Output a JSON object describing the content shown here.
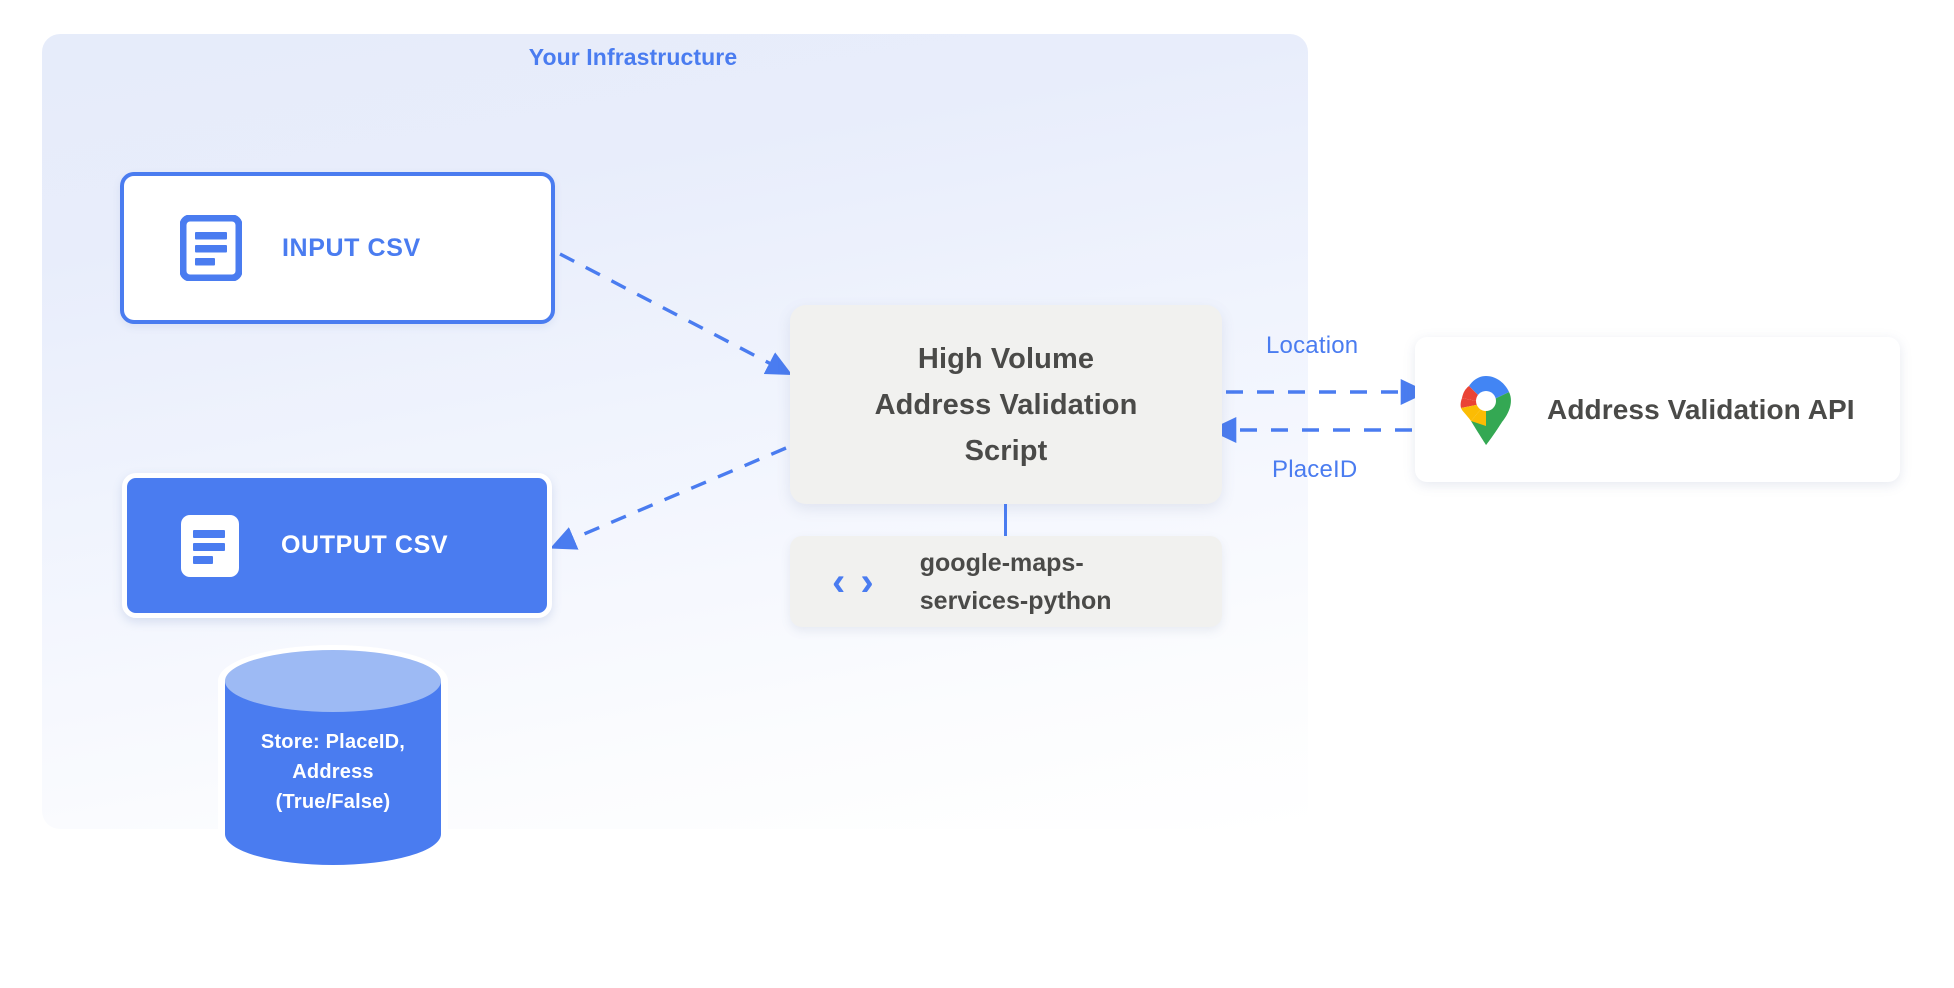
{
  "panel": {
    "title": "Your Infrastructure",
    "accent_color": "#4a7cf0",
    "background_top": "#e6ecfa",
    "background_bottom": "#ffffff"
  },
  "nodes": {
    "input_csv": {
      "label": "INPUT CSV",
      "icon": "document-icon",
      "fill": "#ffffff",
      "border": "#4a7cf0",
      "text_color": "#4a7cf0"
    },
    "output_csv": {
      "label": "OUTPUT CSV",
      "icon": "document-icon",
      "fill": "#4a7cf0",
      "border": "#ffffff",
      "text_color": "#ffffff"
    },
    "script": {
      "line1": "High Volume",
      "line2": "Address Validation",
      "line3": "Script",
      "fill": "#f1f1ef",
      "text_color": "#4a4a48"
    },
    "library": {
      "line1": "google-maps-",
      "line2": "services-python",
      "icon": "code-brackets-icon",
      "icon_glyph": "‹ ›",
      "fill": "#f1f1ef",
      "text_color": "#4a4a48"
    },
    "api": {
      "label": "Address Validation API",
      "icon": "google-maps-pin-icon",
      "fill": "#ffffff",
      "text_color": "#4a4a48"
    },
    "database": {
      "line1": "Store: PlaceID,",
      "line2": "Address",
      "line3": "(True/False)",
      "fill": "#4a7cf0",
      "top_fill": "#9dbaf4",
      "text_color": "#ffffff"
    }
  },
  "edges": {
    "location_label": "Location",
    "placeid_label": "PlaceID",
    "line_color": "#4a7cf0",
    "input_to_script": "dashed-arrow",
    "script_to_output": "dashed-arrow",
    "script_to_api": "dashed-arrow",
    "api_to_script": "dashed-arrow",
    "script_to_library": "solid-line"
  }
}
